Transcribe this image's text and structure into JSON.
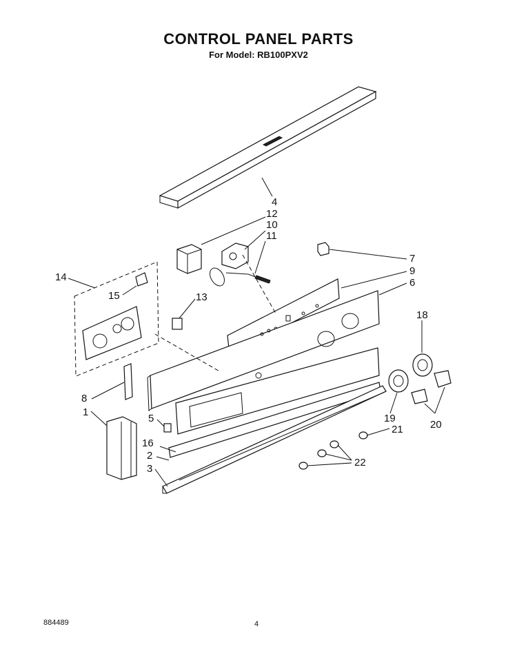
{
  "header": {
    "title": "CONTROL PANEL PARTS",
    "subtitle": "For Model: RB100PXV2"
  },
  "callouts": {
    "c1": "1",
    "c2": "2",
    "c3": "3",
    "c4": "4",
    "c5": "5",
    "c6": "6",
    "c7": "7",
    "c8": "8",
    "c9": "9",
    "c10": "10",
    "c11": "11",
    "c12": "12",
    "c13": "13",
    "c14": "14",
    "c15": "15",
    "c16": "16",
    "c18": "18",
    "c19": "19",
    "c20": "20",
    "c21": "21",
    "c22": "22"
  },
  "footer": {
    "doc_number": "884489",
    "page_number": "4"
  }
}
